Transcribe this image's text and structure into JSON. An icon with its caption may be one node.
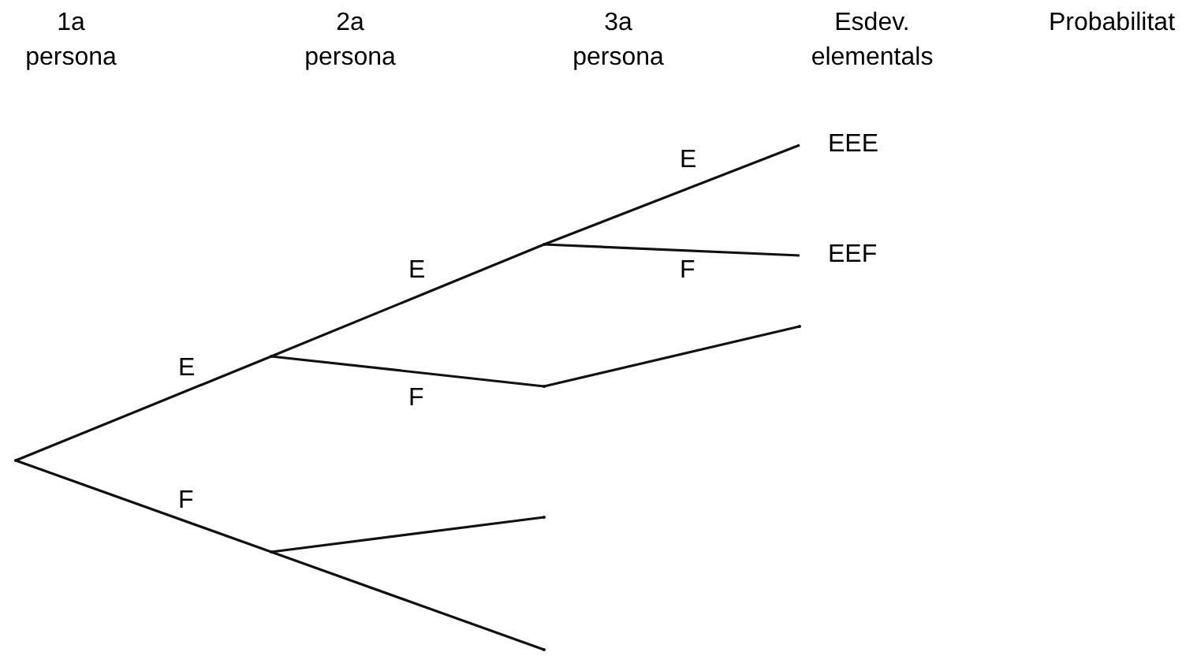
{
  "diagram": {
    "nodes": [
      {
        "text": [],
        "shape": "point"
      },
      {
        "text": [],
        "shape": "point"
      },
      {
        "text": [],
        "shape": "point"
      },
      {
        "text": [],
        "shape": "point"
      },
      {
        "text": [],
        "shape": "point"
      },
      {
        "text": [
          "EEE"
        ]
      },
      {
        "text": [
          "EEF"
        ]
      },
      {
        "text": [],
        "shape": "point"
      },
      {
        "text": [],
        "shape": "point"
      },
      {
        "text": [],
        "shape": "point"
      }
    ],
    "edges": [
      {
        "from": 0,
        "to": 1,
        "arrow": "none",
        "label": "E"
      },
      {
        "from": 0,
        "to": 2,
        "arrow": "none",
        "label": "F"
      },
      {
        "from": 1,
        "to": 3,
        "arrow": "none",
        "label": "E"
      },
      {
        "from": 1,
        "to": 4,
        "arrow": "none",
        "label": "F"
      },
      {
        "from": 3,
        "to": 5,
        "arrow": "none",
        "label": "E"
      },
      {
        "from": 3,
        "to": 6,
        "arrow": "none",
        "label": "F"
      },
      {
        "from": 4,
        "to": 7,
        "arrow": "none"
      },
      {
        "from": 2,
        "to": 8,
        "arrow": "none"
      },
      {
        "from": 2,
        "to": 9,
        "arrow": "none"
      }
    ],
    "labels": [
      "1a persona",
      "2a persona",
      "3a persona",
      "Esdev. elementals",
      "Probabilitat"
    ]
  }
}
